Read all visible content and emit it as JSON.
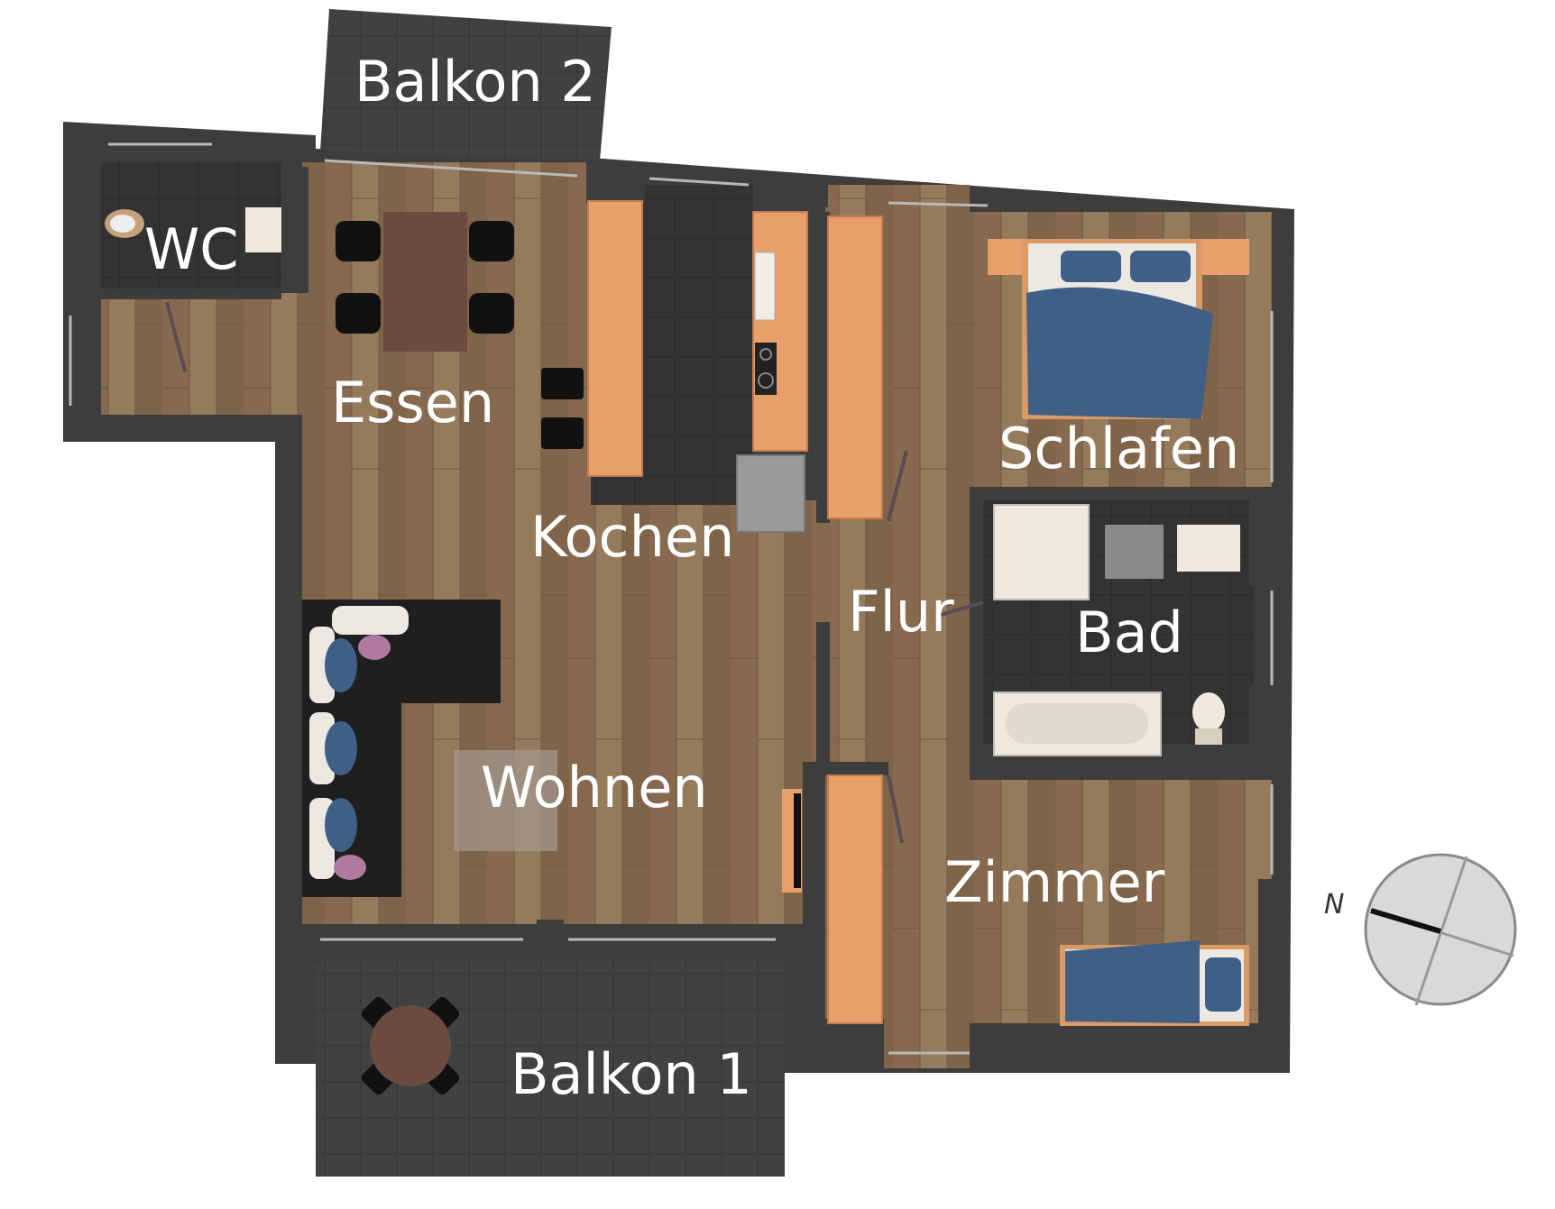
{
  "rooms": {
    "balkon2": "Balkon 2",
    "wc": "WC",
    "essen": "Essen",
    "kochen": "Kochen",
    "schlafen": "Schlafen",
    "flur": "Flur",
    "bad": "Bad",
    "wohnen": "Wohnen",
    "zimmer": "Zimmer",
    "balkon1": "Balkon 1"
  },
  "compass": {
    "north_label": "N"
  },
  "colors": {
    "wall": "#3d3d3d",
    "floor_wood": "#8c7357",
    "floor_tile": "#2f2f2f",
    "balcony": "#3a3a3a",
    "cabinet": "#e8a06a",
    "bed_blue": "#3f5f86",
    "table_brown": "#6b4a40",
    "sofa": "#1f1f1f",
    "fixture": "#efe8dc"
  },
  "icons": {
    "compass": "compass-rose-icon",
    "toilet": "toilet-icon",
    "bathtub": "bathtub-icon",
    "shower": "shower-icon",
    "sink": "sink-icon",
    "bed": "bed-icon",
    "sofa": "sofa-icon",
    "dining_table": "dining-table-icon",
    "stove": "stove-icon",
    "fridge": "fridge-icon"
  }
}
